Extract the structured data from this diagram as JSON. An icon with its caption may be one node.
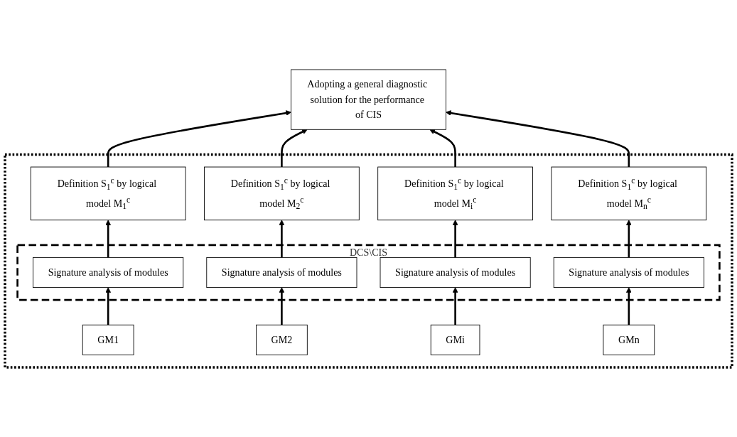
{
  "diagram": {
    "nodes": [
      {
        "text": [
          "Adopting a general diagnostic solution for the performance of CIS"
        ]
      },
      {
        "text": [],
        "shape": "box"
      },
      {
        "text": [
          "Definition S$_{1}$$^{c}$ by logical model M$_{1}$$^{c}$"
        ],
        "in": 1
      },
      {
        "text": [
          "Definition S$_{1}$$^{c}$ by logical model M$_{2}$$^{c}$"
        ],
        "in": 1
      },
      {
        "text": [
          "Definition S$_{1}$$^{c}$ by logical model M$_{i}$$^{c}$"
        ],
        "in": 1
      },
      {
        "text": [
          "Definition S$_{1}$$^{c}$ by logical model M$_{n}$$^{c}$"
        ],
        "in": 1
      },
      {
        "text": [
          "DCS\\CIS"
        ],
        "in": 1
      },
      {
        "text": [
          "Signature analysis of modules"
        ],
        "in": 6
      },
      {
        "text": [
          "Signature analysis of modules"
        ],
        "in": 6
      },
      {
        "text": [
          "Signature analysis of modules"
        ],
        "in": 6
      },
      {
        "text": [
          "Signature analysis of modules"
        ],
        "in": 6
      },
      {
        "text": [
          "GM1"
        ],
        "in": 1
      },
      {
        "text": [
          "GM2"
        ],
        "in": 1
      },
      {
        "text": [
          "GMi"
        ],
        "in": 1
      },
      {
        "text": [
          "GMn"
        ],
        "in": 1
      }
    ],
    "edges": [
      {
        "from": 11,
        "to": 7,
        "arrow": "to"
      },
      {
        "from": 12,
        "to": 8,
        "arrow": "to"
      },
      {
        "from": 13,
        "to": 9,
        "arrow": "to"
      },
      {
        "from": 14,
        "to": 10,
        "arrow": "to"
      },
      {
        "from": 7,
        "to": 2,
        "arrow": "to"
      },
      {
        "from": 8,
        "to": 3,
        "arrow": "to"
      },
      {
        "from": 9,
        "to": 4,
        "arrow": "to"
      },
      {
        "from": 10,
        "to": 5,
        "arrow": "to"
      },
      {
        "from": 2,
        "to": 0,
        "arrow": "to"
      },
      {
        "from": 3,
        "to": 0,
        "arrow": "to"
      },
      {
        "from": 4,
        "to": 0,
        "arrow": "to"
      },
      {
        "from": 5,
        "to": 0,
        "arrow": "to"
      }
    ]
  }
}
